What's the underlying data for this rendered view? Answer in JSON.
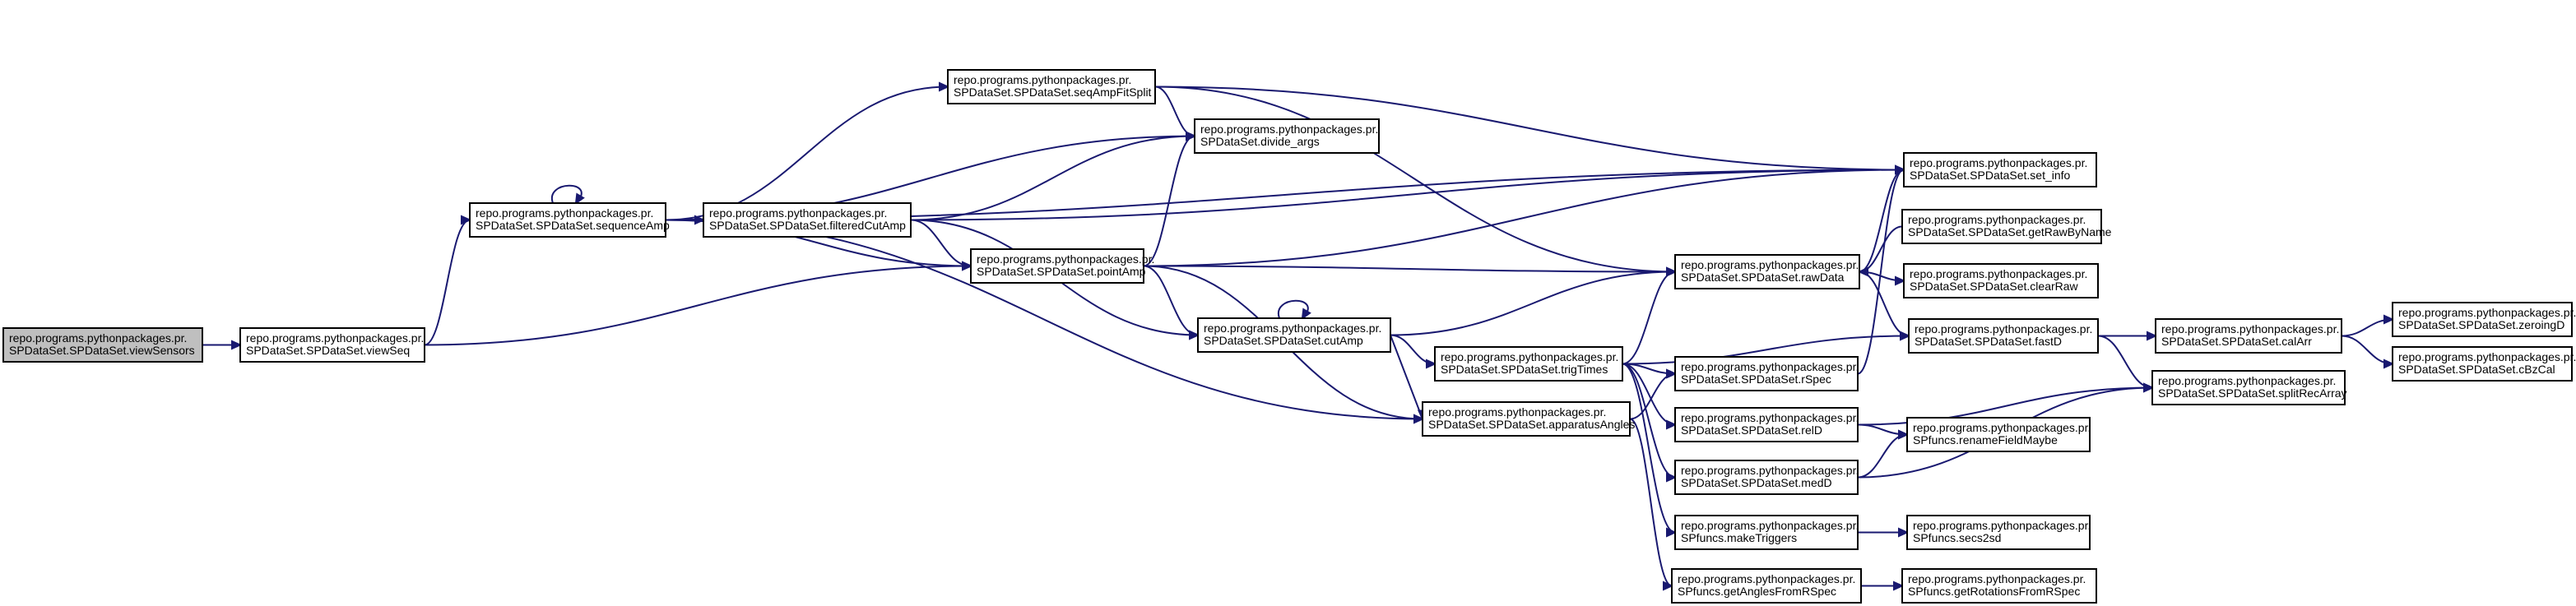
{
  "graph": {
    "root": "viewSensors",
    "nodes": [
      {
        "id": "viewSensors",
        "line1": "repo.programs.pythonpackages.pr.",
        "line2": "SPDataSet.SPDataSet.viewSensors"
      },
      {
        "id": "viewSeq",
        "line1": "repo.programs.pythonpackages.pr.",
        "line2": "SPDataSet.SPDataSet.viewSeq"
      },
      {
        "id": "sequenceAmp",
        "line1": "repo.programs.pythonpackages.pr.",
        "line2": "SPDataSet.SPDataSet.sequenceAmp"
      },
      {
        "id": "pointAmp",
        "line1": "repo.programs.pythonpackages.pr.",
        "line2": "SPDataSet.SPDataSet.pointAmp"
      },
      {
        "id": "filteredCutAmp",
        "line1": "repo.programs.pythonpackages.pr.",
        "line2": "SPDataSet.SPDataSet.filteredCutAmp"
      },
      {
        "id": "seqAmpFitSplit",
        "line1": "repo.programs.pythonpackages.pr.",
        "line2": "SPDataSet.SPDataSet.seqAmpFitSplit"
      },
      {
        "id": "divide_args",
        "line1": "repo.programs.pythonpackages.pr.",
        "line2": "SPDataSet.divide_args"
      },
      {
        "id": "cutAmp",
        "line1": "repo.programs.pythonpackages.pr.",
        "line2": "SPDataSet.SPDataSet.cutAmp"
      },
      {
        "id": "apparatusAngles",
        "line1": "repo.programs.pythonpackages.pr.",
        "line2": "SPDataSet.SPDataSet.apparatusAngles"
      },
      {
        "id": "trigTimes",
        "line1": "repo.programs.pythonpackages.pr.",
        "line2": "SPDataSet.SPDataSet.trigTimes"
      },
      {
        "id": "rawData",
        "line1": "repo.programs.pythonpackages.pr.",
        "line2": "SPDataSet.SPDataSet.rawData"
      },
      {
        "id": "set_info",
        "line1": "repo.programs.pythonpackages.pr.",
        "line2": "SPDataSet.SPDataSet.set_info"
      },
      {
        "id": "getRawByName",
        "line1": "repo.programs.pythonpackages.pr.",
        "line2": "SPDataSet.SPDataSet.getRawByName"
      },
      {
        "id": "clearRaw",
        "line1": "repo.programs.pythonpackages.pr.",
        "line2": "SPDataSet.SPDataSet.clearRaw"
      },
      {
        "id": "fastD",
        "line1": "repo.programs.pythonpackages.pr.",
        "line2": "SPDataSet.SPDataSet.fastD"
      },
      {
        "id": "rSpec",
        "line1": "repo.programs.pythonpackages.pr.",
        "line2": "SPDataSet.SPDataSet.rSpec"
      },
      {
        "id": "relD",
        "line1": "repo.programs.pythonpackages.pr.",
        "line2": "SPDataSet.SPDataSet.relD"
      },
      {
        "id": "medD",
        "line1": "repo.programs.pythonpackages.pr.",
        "line2": "SPDataSet.SPDataSet.medD"
      },
      {
        "id": "makeTriggers",
        "line1": "repo.programs.pythonpackages.pr.",
        "line2": "SPfuncs.makeTriggers"
      },
      {
        "id": "getAnglesFromRSpec",
        "line1": "repo.programs.pythonpackages.pr.",
        "line2": "SPfuncs.getAnglesFromRSpec"
      },
      {
        "id": "renameFieldMaybe",
        "line1": "repo.programs.pythonpackages.pr.",
        "line2": "SPfuncs.renameFieldMaybe"
      },
      {
        "id": "secs2sd",
        "line1": "repo.programs.pythonpackages.pr.",
        "line2": "SPfuncs.secs2sd"
      },
      {
        "id": "getRotationsFromRSpec",
        "line1": "repo.programs.pythonpackages.pr.",
        "line2": "SPfuncs.getRotationsFromRSpec"
      },
      {
        "id": "splitRecArray",
        "line1": "repo.programs.pythonpackages.pr.",
        "line2": "SPDataSet.SPDataSet.splitRecArray"
      },
      {
        "id": "calArr",
        "line1": "repo.programs.pythonpackages.pr.",
        "line2": "SPDataSet.SPDataSet.calArr"
      },
      {
        "id": "zeroingD",
        "line1": "repo.programs.pythonpackages.pr.",
        "line2": "SPDataSet.SPDataSet.zeroingD"
      },
      {
        "id": "cBzCal",
        "line1": "repo.programs.pythonpackages.pr.",
        "line2": "SPDataSet.SPDataSet.cBzCal"
      }
    ],
    "edges": [
      [
        "viewSensors",
        "viewSeq"
      ],
      [
        "viewSeq",
        "sequenceAmp"
      ],
      [
        "viewSeq",
        "pointAmp"
      ],
      [
        "sequenceAmp",
        "sequenceAmp"
      ],
      [
        "sequenceAmp",
        "set_info"
      ],
      [
        "sequenceAmp",
        "seqAmpFitSplit"
      ],
      [
        "sequenceAmp",
        "divide_args"
      ],
      [
        "sequenceAmp",
        "filteredCutAmp"
      ],
      [
        "sequenceAmp",
        "pointAmp"
      ],
      [
        "sequenceAmp",
        "apparatusAngles"
      ],
      [
        "seqAmpFitSplit",
        "divide_args"
      ],
      [
        "seqAmpFitSplit",
        "set_info"
      ],
      [
        "seqAmpFitSplit",
        "rawData"
      ],
      [
        "filteredCutAmp",
        "divide_args"
      ],
      [
        "filteredCutAmp",
        "set_info"
      ],
      [
        "filteredCutAmp",
        "pointAmp"
      ],
      [
        "filteredCutAmp",
        "cutAmp"
      ],
      [
        "pointAmp",
        "divide_args"
      ],
      [
        "pointAmp",
        "set_info"
      ],
      [
        "pointAmp",
        "rawData"
      ],
      [
        "pointAmp",
        "cutAmp"
      ],
      [
        "pointAmp",
        "apparatusAngles"
      ],
      [
        "cutAmp",
        "cutAmp"
      ],
      [
        "cutAmp",
        "rawData"
      ],
      [
        "cutAmp",
        "trigTimes"
      ],
      [
        "cutAmp",
        "apparatusAngles"
      ],
      [
        "apparatusAngles",
        "rSpec"
      ],
      [
        "apparatusAngles",
        "getAnglesFromRSpec"
      ],
      [
        "trigTimes",
        "rawData"
      ],
      [
        "trigTimes",
        "fastD"
      ],
      [
        "trigTimes",
        "rSpec"
      ],
      [
        "trigTimes",
        "relD"
      ],
      [
        "trigTimes",
        "medD"
      ],
      [
        "trigTimes",
        "makeTriggers"
      ],
      [
        "rawData",
        "set_info"
      ],
      [
        "rawData",
        "clearRaw"
      ],
      [
        "rawData",
        "fastD"
      ],
      [
        "getRawByName",
        "rawData"
      ],
      [
        "rSpec",
        "set_info"
      ],
      [
        "relD",
        "renameFieldMaybe"
      ],
      [
        "relD",
        "splitRecArray"
      ],
      [
        "medD",
        "renameFieldMaybe"
      ],
      [
        "medD",
        "splitRecArray"
      ],
      [
        "makeTriggers",
        "secs2sd"
      ],
      [
        "getAnglesFromRSpec",
        "getRotationsFromRSpec"
      ],
      [
        "fastD",
        "calArr"
      ],
      [
        "fastD",
        "splitRecArray"
      ],
      [
        "calArr",
        "zeroingD"
      ],
      [
        "calArr",
        "cBzCal"
      ]
    ]
  },
  "colors": {
    "edge": "#191970",
    "node_border": "#000000",
    "node_fill": "#ffffff",
    "root_fill": "#bfbfbf"
  }
}
